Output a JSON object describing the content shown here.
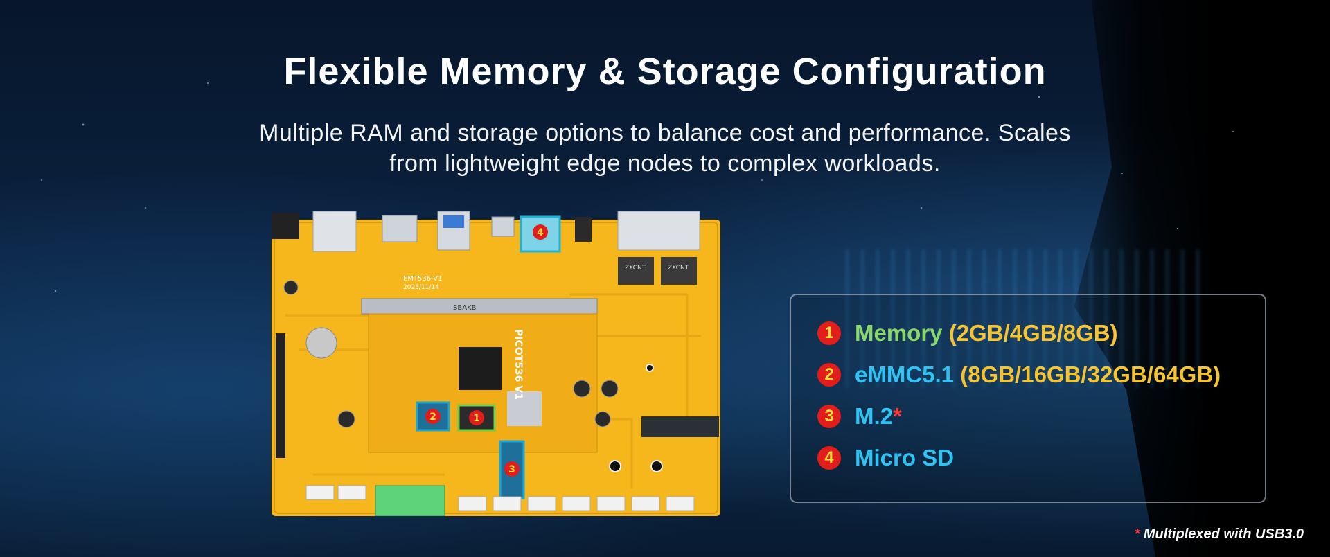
{
  "header": {
    "title": "Flexible Memory & Storage Configuration",
    "subtitle_line1": "Multiple RAM and storage options to balance cost and performance. Scales",
    "subtitle_line2": "from lightweight edge nodes to complex workloads."
  },
  "board": {
    "silkscreen_model": "EMT536-V1",
    "silkscreen_date": "2025/11/14",
    "som_label": "PICOT536 V1",
    "slot_label": "SBAKB",
    "chip_label_a": "ZXCNT",
    "chip_label_b": "ZXCNT",
    "markers": [
      "1",
      "2",
      "3",
      "4"
    ]
  },
  "specs": {
    "items": [
      {
        "number": "1",
        "name": "Memory",
        "options": "(2GB/4GB/8GB)"
      },
      {
        "number": "2",
        "name": "eMMC5.1",
        "options": "(8GB/16GB/32GB/64GB)"
      },
      {
        "number": "3",
        "name": "M.2",
        "asterisk": "*"
      },
      {
        "number": "4",
        "name": "Micro SD"
      }
    ]
  },
  "footnote": {
    "star": "*",
    "text": " Multiplexed with USB3.0"
  },
  "colors": {
    "board_yellow": "#f5b71c",
    "badge_red": "#e31c1c",
    "memory_green": "#8bd86a",
    "storage_blue": "#2ec3f5",
    "option_yellow": "#f7c431"
  }
}
